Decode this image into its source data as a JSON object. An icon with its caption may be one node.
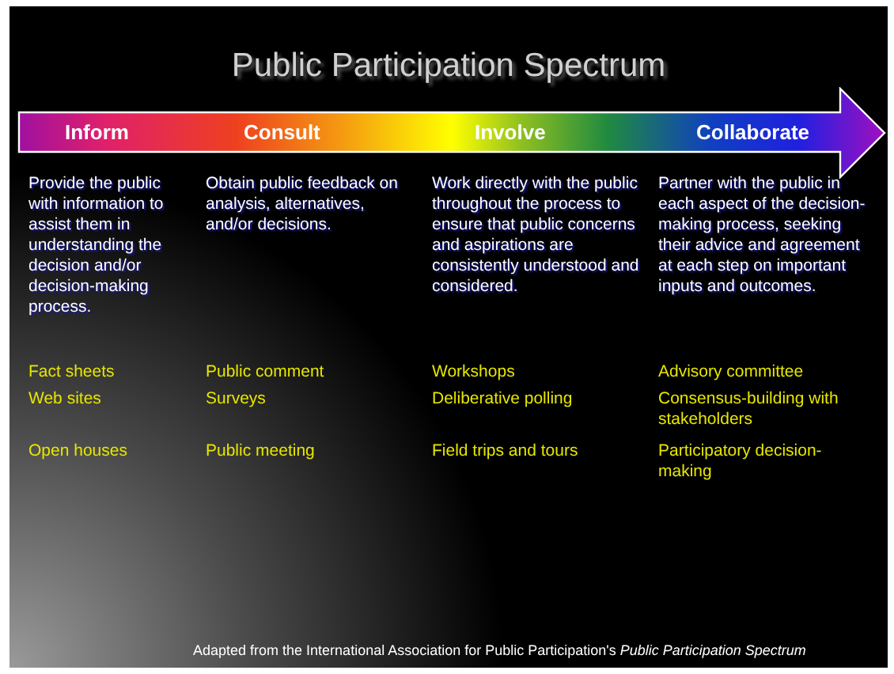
{
  "diagram": {
    "title": "Public Participation Spectrum",
    "nodes": [
      {
        "text": [
          "Inform",
          "Consult",
          "Involve",
          "Collaborate"
        ]
      }
    ],
    "edges": [],
    "labels": [
      "Provide the public with information to assist them in understanding the decision and/or decision-making process.",
      "Obtain public feedback on analysis, alternatives, and/or decisions.",
      "Work directly with the public throughout the process to ensure that public concerns and aspirations are consistently understood and considered.",
      "Partner with the public in each aspect of the decision-making process, seeking their advice and agreement at each step on important inputs and outcomes.",
      "Fact sheets",
      "Public comment",
      "Workshops",
      "Advisory committee",
      "Web sites",
      "Surveys",
      "Deliberative polling",
      "Consensus-building with stakeholders",
      "Open houses",
      "Public meeting",
      "Field trips and tours",
      "Participatory decision-making"
    ],
    "caption": "Adapted from the International Association for Public Participation's *Public Participation Spectrum*"
  }
}
